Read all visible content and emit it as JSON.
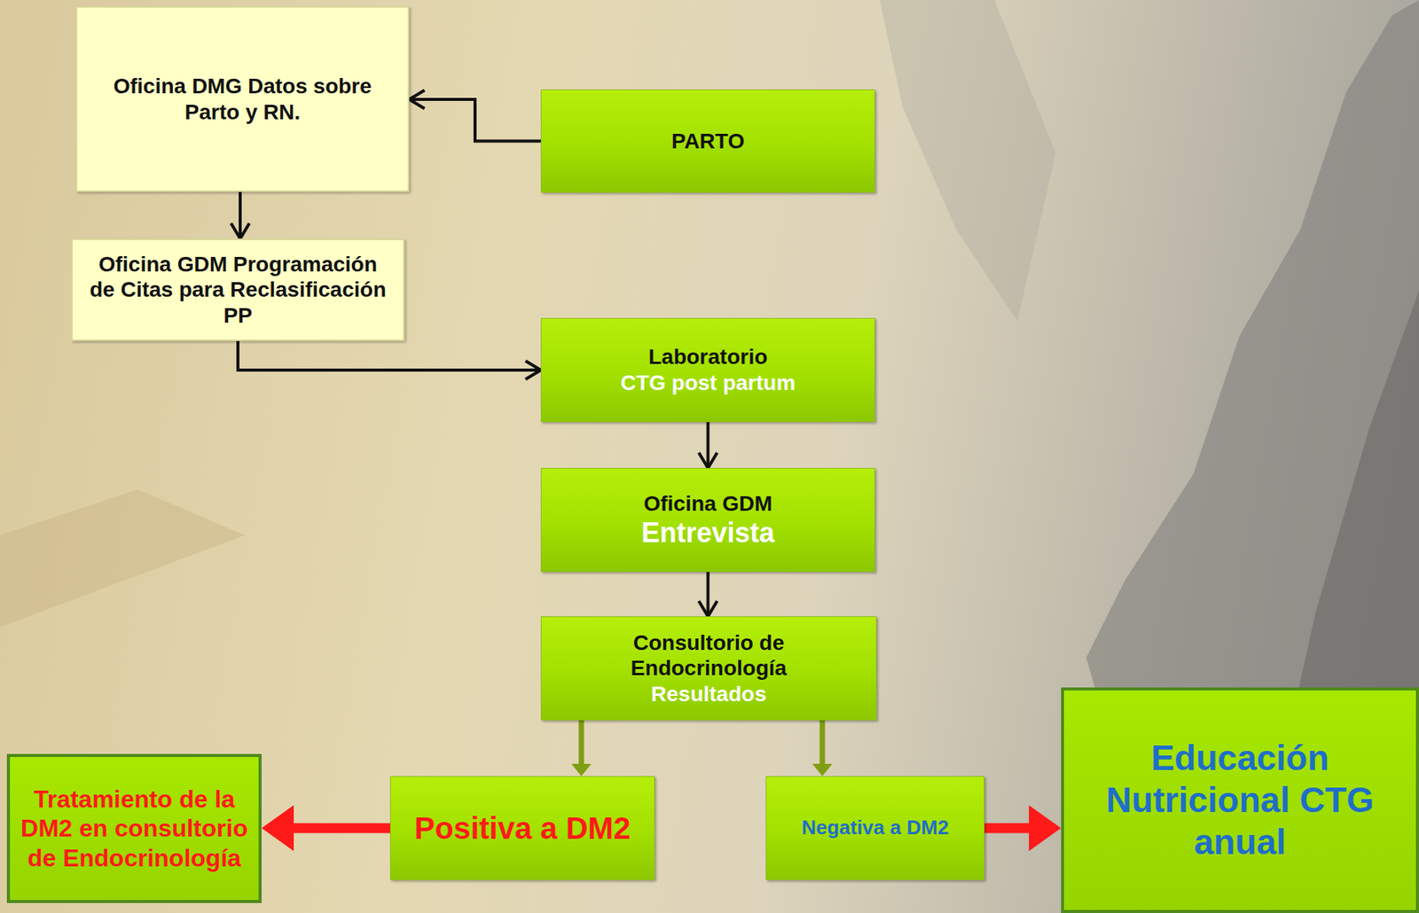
{
  "diagram": {
    "nodes": [
      {
        "text": [
          "Oficina DMG Datos sobre Parto y RN."
        ]
      },
      {
        "text": [
          "PARTO"
        ]
      },
      {
        "text": [
          "Oficina GDM Programación de Citas para Reclasificación PP"
        ]
      },
      {
        "text": [
          "Laboratorio",
          "CTG post partum"
        ]
      },
      {
        "text": [
          "Oficina GDM",
          "Entrevista"
        ]
      },
      {
        "text": [
          "Consultorio de Endocrinología",
          "Resultados"
        ]
      },
      {
        "text": [
          "Tratamiento de la DM2 en consultorio de Endocrinología"
        ]
      },
      {
        "text": [
          "Positiva a DM2"
        ]
      },
      {
        "text": [
          "Negativa a DM2"
        ]
      },
      {
        "text": [
          "Educación Nutricional CTG anual"
        ]
      }
    ],
    "edges": [
      {
        "from": 1,
        "to": 0,
        "arrow": "to"
      },
      {
        "from": 0,
        "to": 2,
        "arrow": "to"
      },
      {
        "from": 2,
        "to": 3,
        "arrow": "to"
      },
      {
        "from": 3,
        "to": 4,
        "arrow": "to"
      },
      {
        "from": 4,
        "to": 5,
        "arrow": "to"
      },
      {
        "from": 5,
        "to": 7,
        "arrow": "to"
      },
      {
        "from": 5,
        "to": 8,
        "arrow": "to"
      },
      {
        "from": 7,
        "to": 6,
        "arrow": "to"
      },
      {
        "from": 8,
        "to": 9,
        "arrow": "to"
      }
    ]
  }
}
